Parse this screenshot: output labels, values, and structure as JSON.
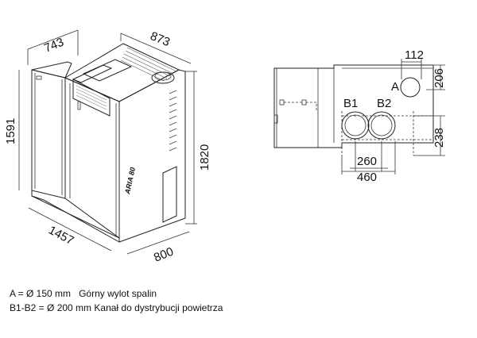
{
  "stove": {
    "dimensions": {
      "depth_top": "743",
      "width_top": "873",
      "height_left": "1591",
      "height_right": "1820",
      "width_bottom": "1457",
      "depth_bottom": "800"
    },
    "brand_label": "ARIA 80"
  },
  "plan": {
    "dimensions": {
      "a_offset": "112",
      "a_height": "206",
      "b_height": "238",
      "b_spacing": "260",
      "b_span": "460"
    },
    "labels": {
      "a": "A",
      "b1": "B1",
      "b2": "B2"
    }
  },
  "legend": {
    "a_key": "A = Ø 150 mm",
    "a_desc": "Górny wylot spalin",
    "b_key": "B1-B2 = Ø 200 mm",
    "b_desc": "Kanał do dystrybucji powietrza"
  }
}
